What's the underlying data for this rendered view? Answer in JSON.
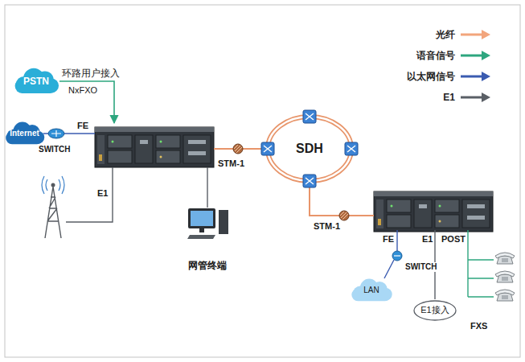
{
  "diagram": {
    "nodes": [
      {
        "text": [
          "PSTN"
        ]
      },
      {
        "text": [
          "Internet"
        ]
      },
      {
        "text": [
          "SDH"
        ]
      },
      {
        "text": [
          "网管终端"
        ]
      },
      {
        "text": [
          "LAN"
        ]
      },
      {
        "text": [
          "E1接入"
        ]
      }
    ],
    "labels": [
      "环路用户接入",
      "NxFXO",
      "FE",
      "SWITCH",
      "E1",
      "STM-1",
      "STM-1",
      "FE",
      "E1",
      "POST",
      "SWITCH",
      "FXS"
    ],
    "legend": [
      {
        "text": "光纤"
      },
      {
        "text": "语音信号"
      },
      {
        "text": "以太网信号"
      },
      {
        "text": "E1"
      }
    ]
  }
}
